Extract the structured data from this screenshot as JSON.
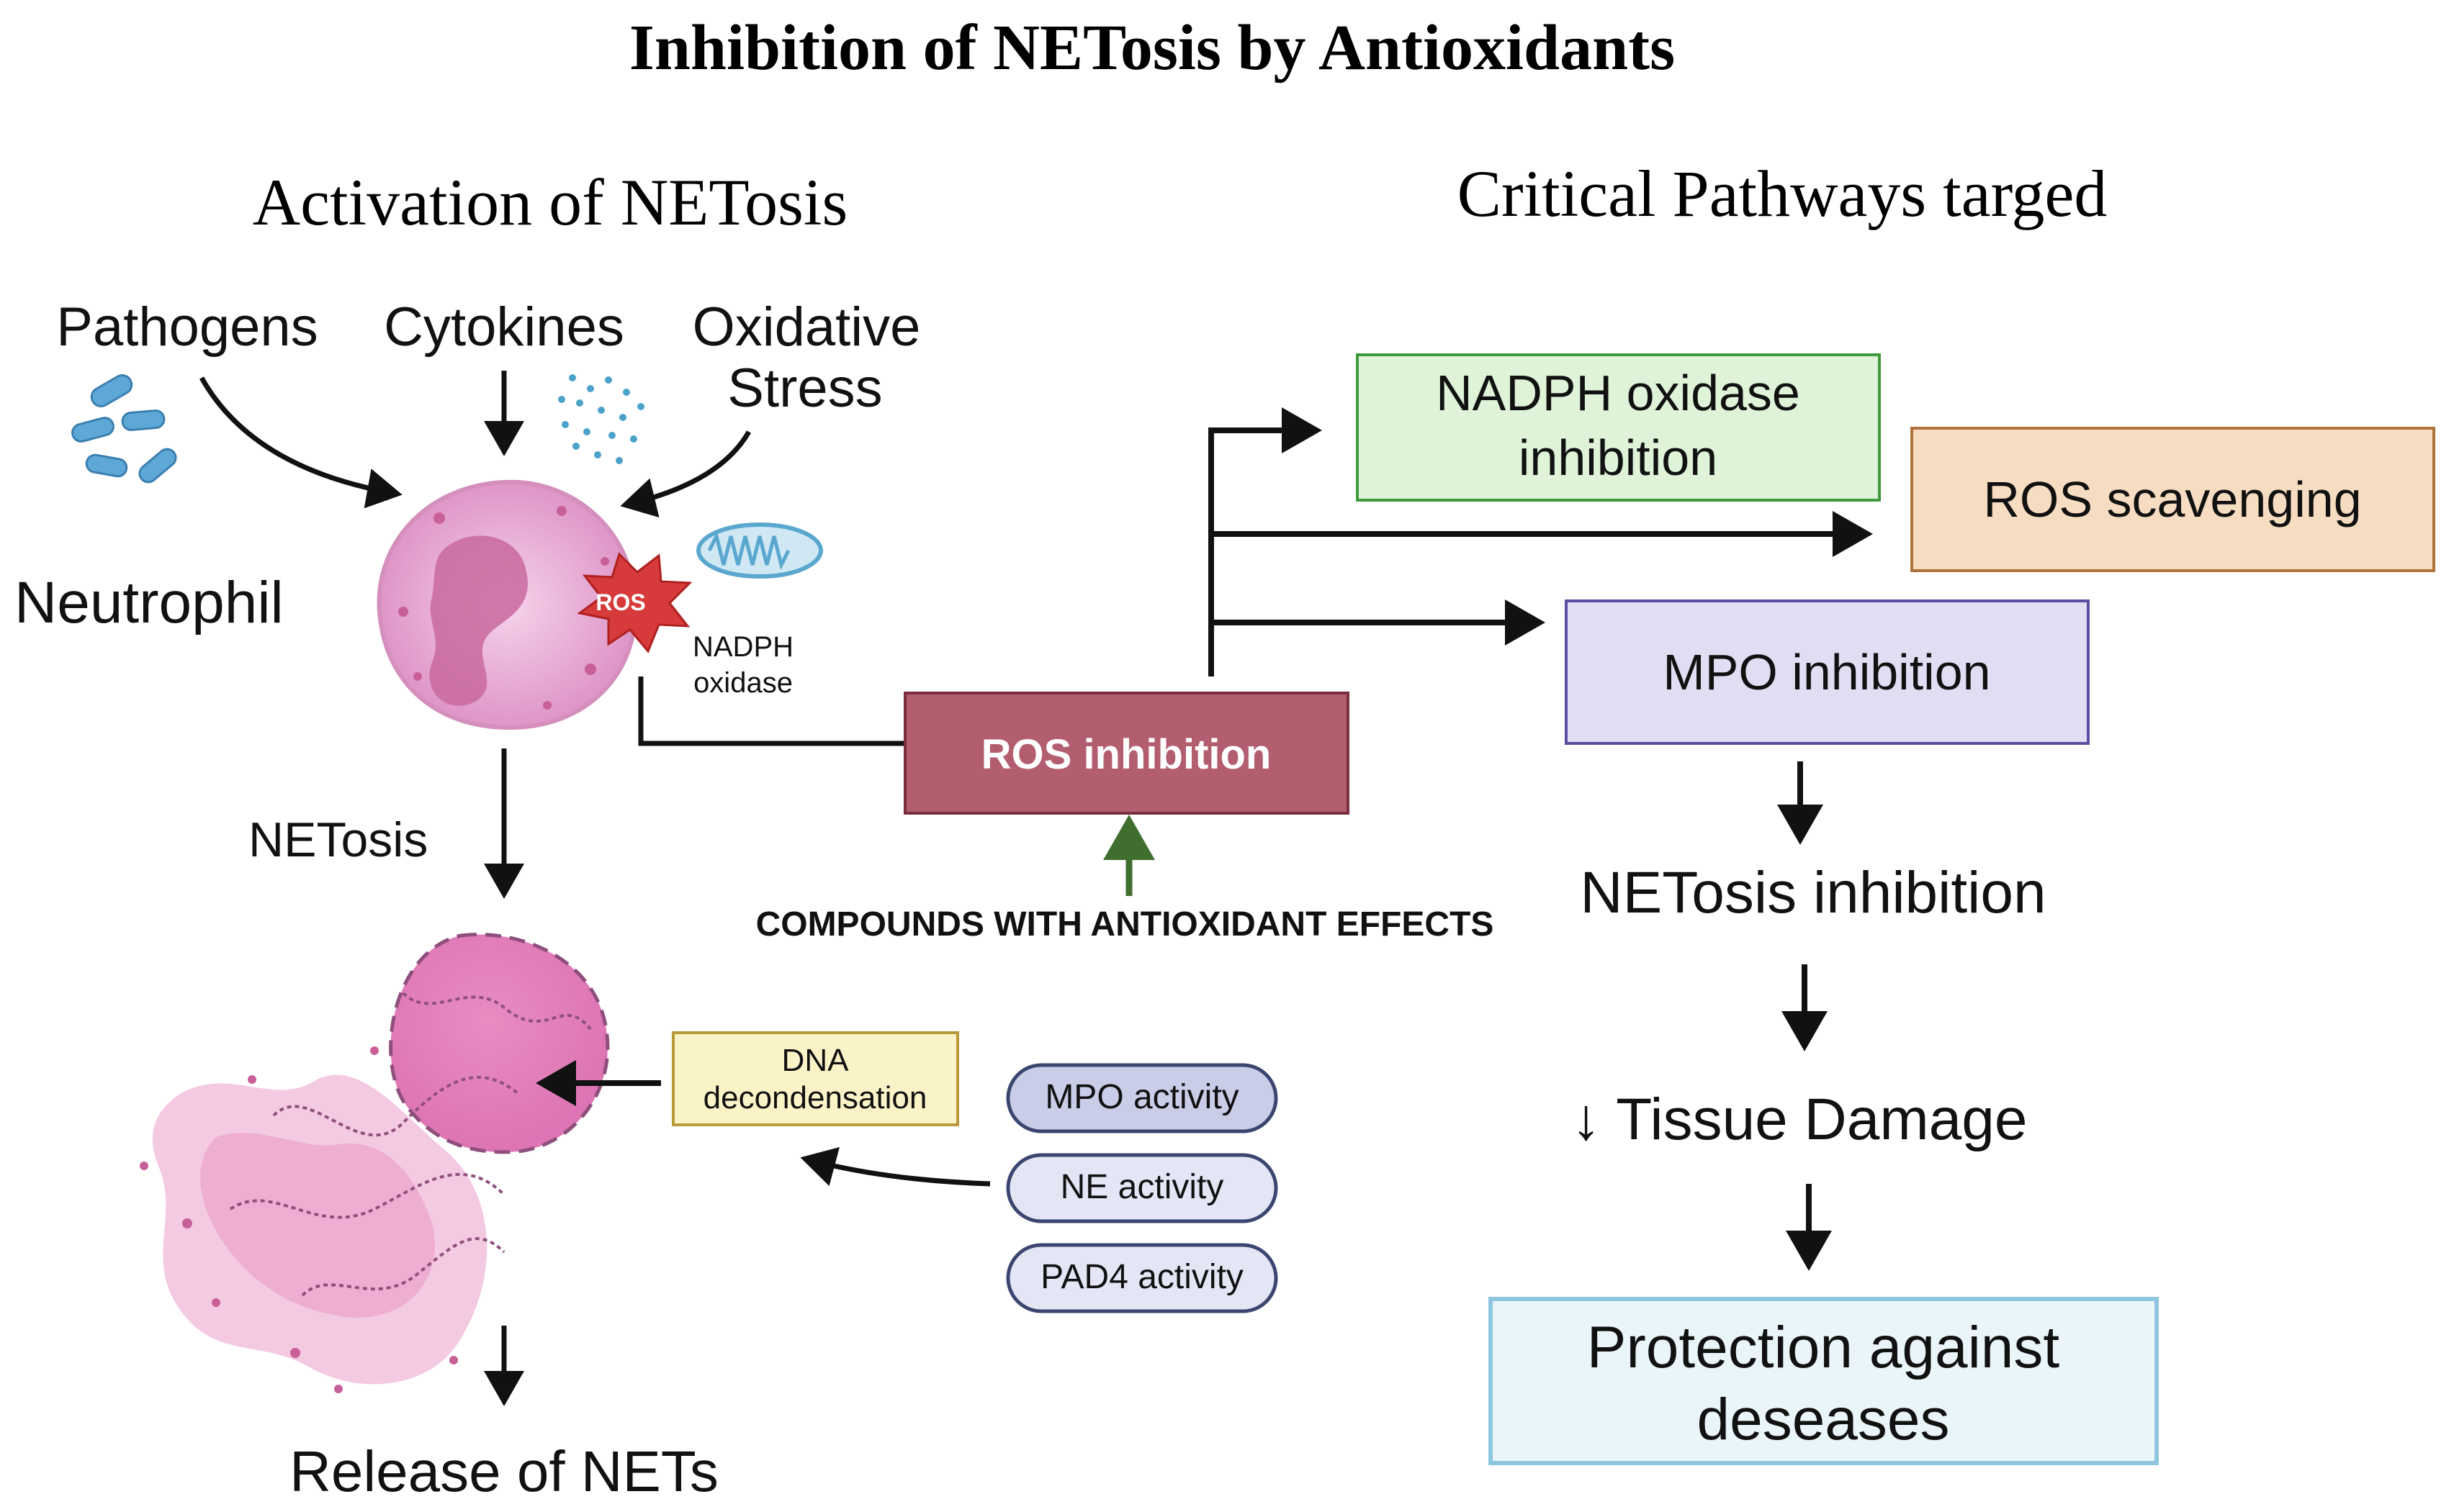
{
  "title": "Inhibition of NETosis by Antioxidants",
  "left_header": "Activation of NETosis",
  "right_header": "Critical Pathways targed",
  "triggers": {
    "pathogens": "Pathogens",
    "cytokines": "Cytokines",
    "oxidative_line1": "Oxidative",
    "oxidative_line2": "Stress"
  },
  "neutrophil_label": "Neutrophil",
  "ros_burst": "ROS",
  "nadph_line1": "NADPH",
  "nadph_line2": "oxidase",
  "netosis_label": "NETosis",
  "release_label": "Release of NETs",
  "ros_inhibition": "ROS inhibition",
  "compounds_label": "COMPOUNDS WITH ANTIOXIDANT EFFECTS",
  "dna_line1": "DNA",
  "dna_line2": "decondensation",
  "activities": [
    "MPO activity",
    "NE activity",
    "PAD4 activity"
  ],
  "targets": {
    "nadph_line1": "NADPH oxidase",
    "nadph_line2": "inhibition",
    "ros_scavenging": "ROS scavenging",
    "mpo_inhibition": "MPO inhibition"
  },
  "outcomes": {
    "netosis_inhibition": "NETosis inhibition",
    "tissue_damage": "↓ Tissue Damage",
    "protection_line1": "Protection against",
    "protection_line2": "deseases"
  },
  "colors": {
    "ros_inhibition_fill": "#b35e6f",
    "nadph_box_fill": "#dff3d9",
    "ros_scavenging_fill": "#f6dcc1",
    "mpo_box_fill": "#e1def3",
    "dna_box_fill": "#fbf3c8",
    "protection_box_fill": "#eaf5fa",
    "green_arrow": "#3f6e2e",
    "neutrophil": "#e8a3cf",
    "burst": "#d63a3a"
  }
}
